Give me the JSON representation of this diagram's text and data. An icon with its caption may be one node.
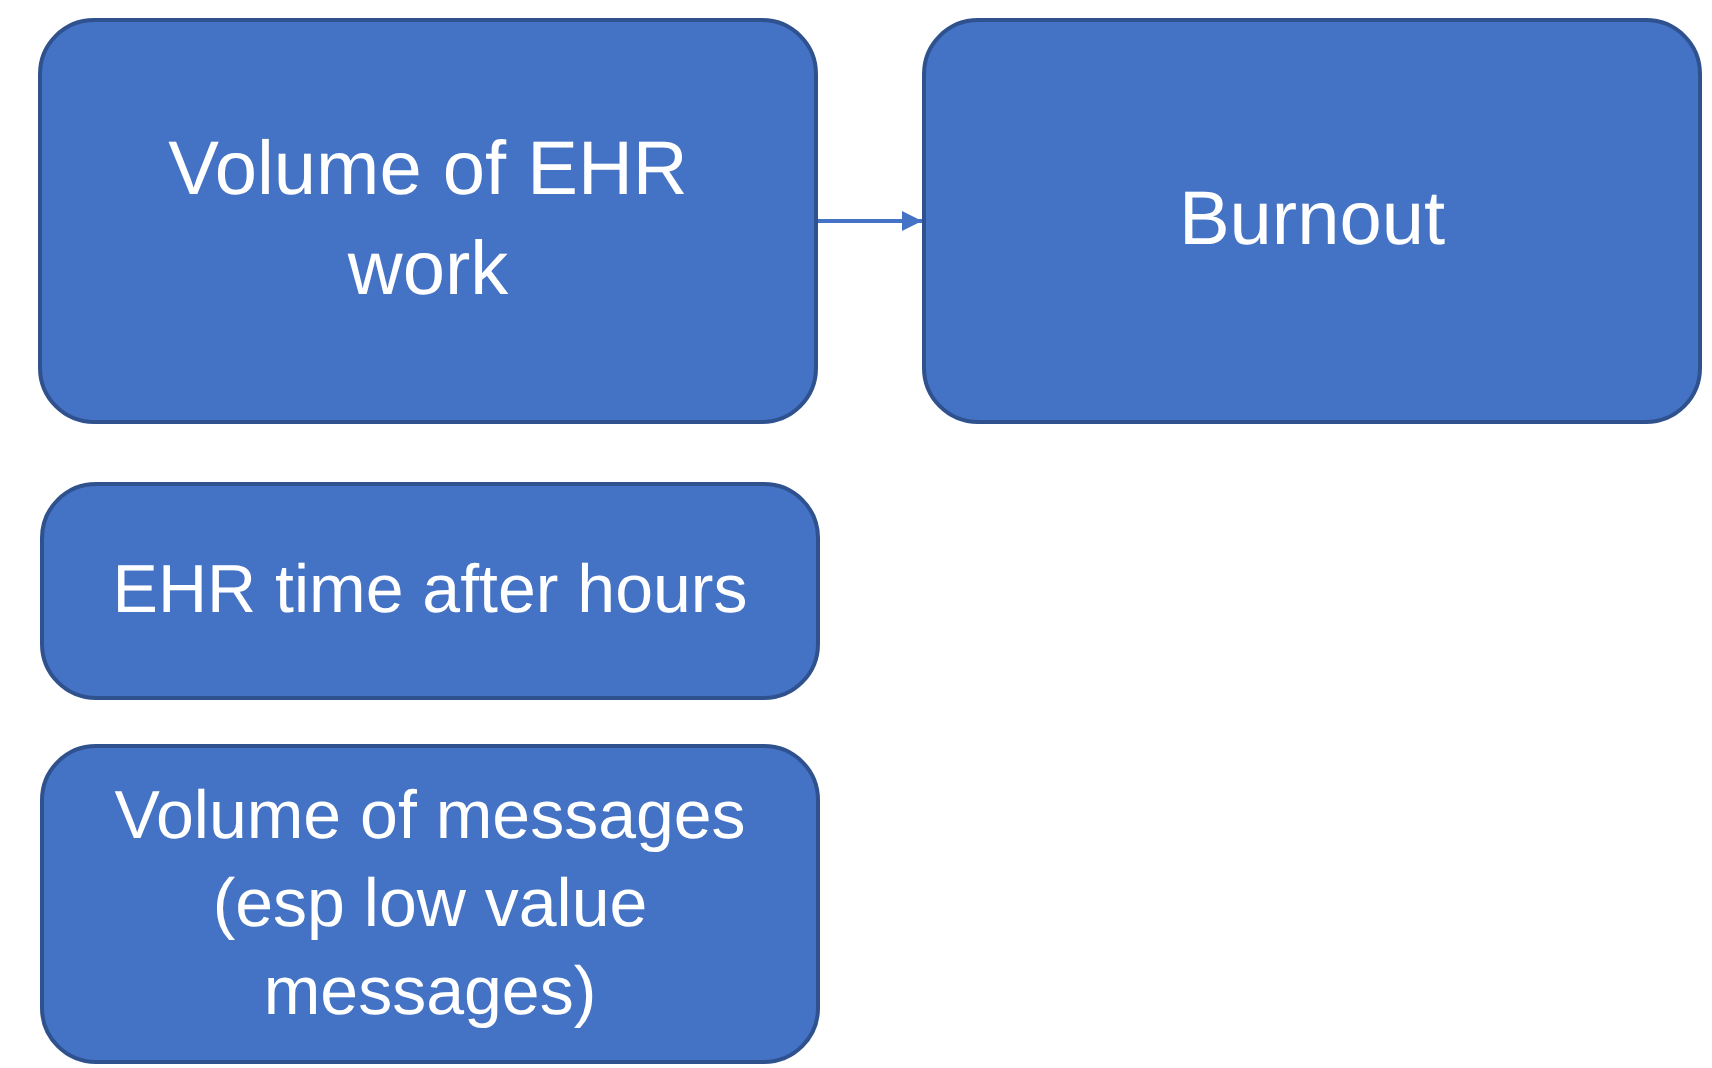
{
  "diagram": {
    "nodes": [
      {
        "text": [
          "Volume of EHR work"
        ]
      },
      {
        "text": [
          "Burnout"
        ]
      },
      {
        "text": [
          "EHR time after hours"
        ]
      },
      {
        "text": [
          "Volume of messages (esp low value messages)"
        ]
      }
    ],
    "edges": [
      {
        "from": 0,
        "to": 1,
        "arrow": "to"
      }
    ]
  }
}
